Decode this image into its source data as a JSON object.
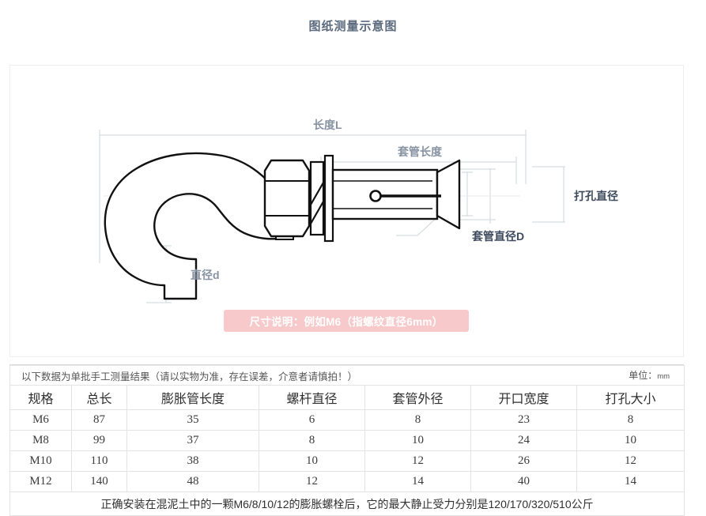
{
  "page": {
    "title": "图纸测量示意图"
  },
  "diagram": {
    "labels": {
      "length_l": "长度L",
      "sleeve_length": "套管长度",
      "drill_diameter": "打孔直径",
      "sleeve_diameter_d": "套管直径D",
      "diameter_d": "直径d"
    },
    "colors": {
      "label_gray": "#8792a3",
      "label_dark": "#3d4a5c",
      "line_gray": "#cfd4da",
      "outline": "#111111"
    }
  },
  "size_note": {
    "text": "尺寸说明：例如M6（指螺纹直径6mm）",
    "bg_color": "#f7c9ca",
    "text_color": "#ffffff"
  },
  "table": {
    "note": "以下数据为单批手工测量结果（请以实物为准，存在误差，介意者请慎拍！）",
    "unit_label": "单位：",
    "unit_value": "mm",
    "headers": [
      "规格",
      "总长",
      "膨胀管长度",
      "螺杆直径",
      "套管外径",
      "开口宽度",
      "打孔大小"
    ],
    "rows": [
      [
        "M6",
        "87",
        "35",
        "6",
        "8",
        "23",
        "8"
      ],
      [
        "M8",
        "99",
        "37",
        "8",
        "10",
        "24",
        "10"
      ],
      [
        "M10",
        "110",
        "38",
        "10",
        "12",
        "26",
        "12"
      ],
      [
        "M12",
        "140",
        "48",
        "12",
        "14",
        "40",
        "14"
      ]
    ],
    "footer_note": "正确安装在混泥土中的一颗M6/8/10/12的膨胀螺栓后，它的最大静止受力分别是120/170/320/510公斤"
  }
}
